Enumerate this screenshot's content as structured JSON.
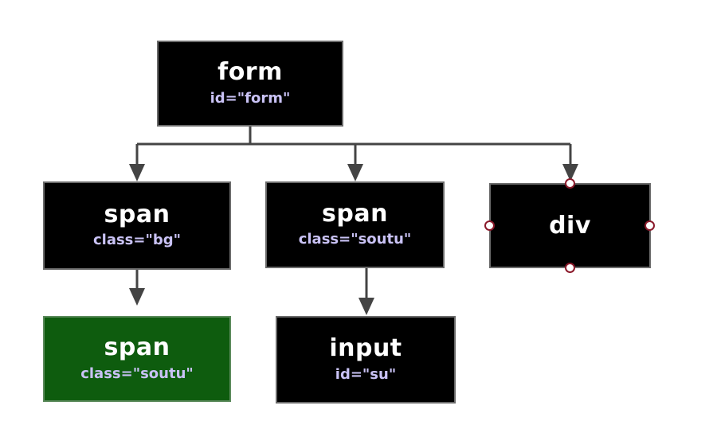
{
  "diagram": {
    "nodes": [
      {
        "id": "form",
        "tag": "form",
        "attr": "id=\"form\""
      },
      {
        "id": "span-bg",
        "tag": "span",
        "attr": "class=\"bg\""
      },
      {
        "id": "span-soutu",
        "tag": "span",
        "attr": "class=\"soutu\""
      },
      {
        "id": "div",
        "tag": "div",
        "attr": ""
      },
      {
        "id": "span-soutu-2",
        "tag": "span",
        "attr": "class=\"soutu\""
      },
      {
        "id": "input-su",
        "tag": "input",
        "attr": "id=\"su\""
      }
    ],
    "edges": [
      {
        "from": "form",
        "to": "span-bg"
      },
      {
        "from": "form",
        "to": "span-soutu"
      },
      {
        "from": "form",
        "to": "div"
      },
      {
        "from": "span-bg",
        "to": "span-soutu-2"
      },
      {
        "from": "span-soutu",
        "to": "input-su"
      }
    ],
    "selected_node": "div",
    "colors": {
      "node_fill": "#000000",
      "node_fill_highlight": "#0e5c0e",
      "tag_text": "#ffffff",
      "attr_text": "#c9c2f5",
      "connector": "#444444",
      "selection_handle": "#8b1a2b"
    }
  }
}
